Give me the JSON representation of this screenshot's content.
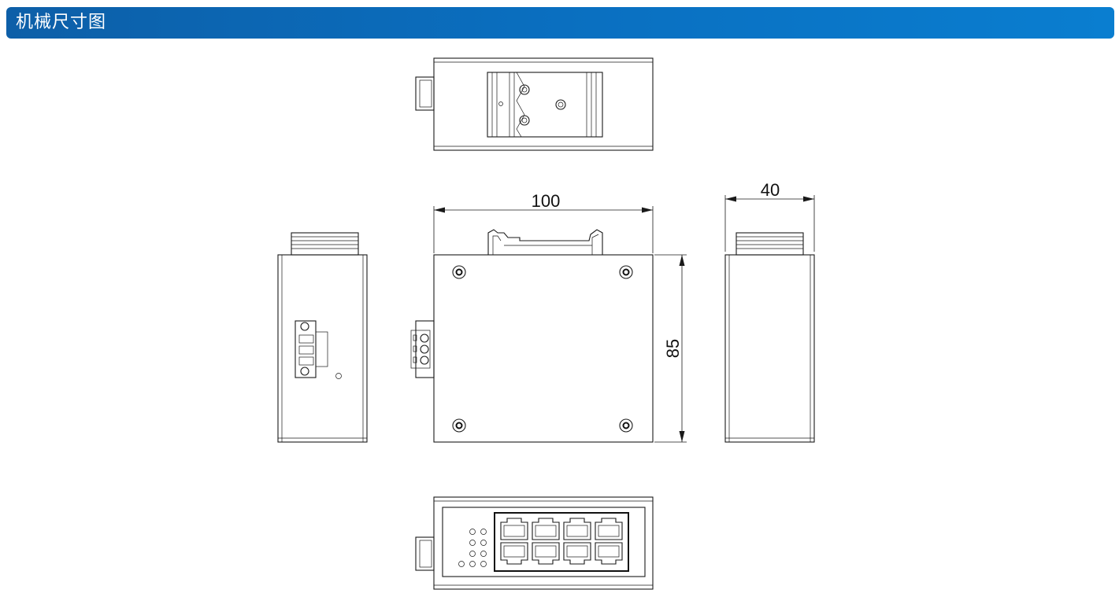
{
  "header": {
    "title": "机械尺寸图",
    "color": "#0a6fc0"
  },
  "dimensions": {
    "width_label": "100",
    "height_label": "85",
    "depth_label": "40"
  },
  "views": [
    "top-view",
    "left-side-view",
    "front-view",
    "right-side-view",
    "bottom-view"
  ]
}
